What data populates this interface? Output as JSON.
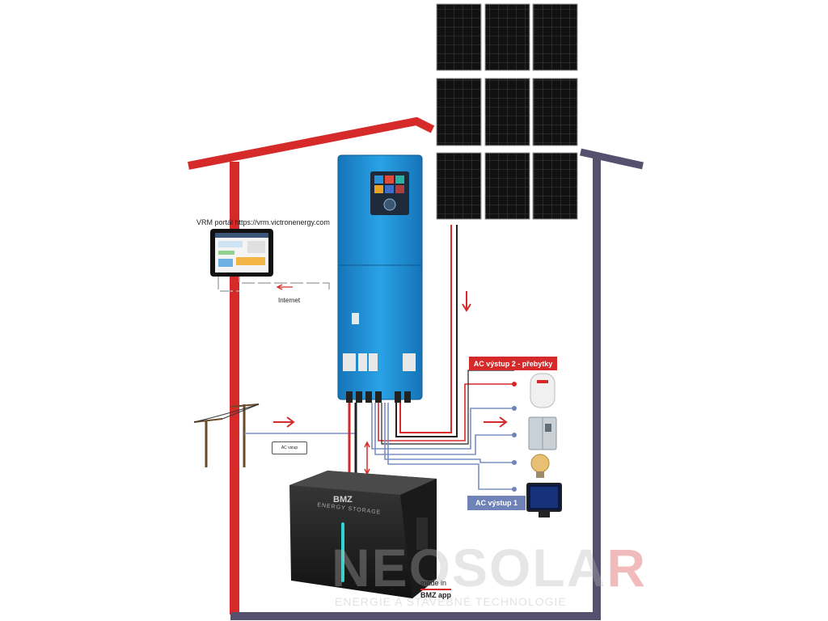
{
  "vrm_portal_label": "VRM portál https://vrm.victronenergy.com",
  "internet_label": "Internet",
  "ac_input_label": "AC vstup",
  "ac_output_2_label": "AC výstup 2 - přebytky",
  "ac_output_1_label": "AC výstup 1",
  "made_in_label": "made in",
  "bmz_app_label": "BMZ app",
  "battery_brand": "BMZ",
  "battery_subtitle": "ENERGY STORAGE",
  "watermark_main_a": "NEOSOLA",
  "watermark_main_b": "R",
  "watermark_sub": "ENERGIE A STAVEBNÉ TECHNOLOGIE",
  "colors": {
    "house_roof_left": "#d62a2a",
    "house_wall_right": "#55506e",
    "dc_positive": "#d62a2a",
    "dc_negative": "#222222",
    "ac_line": "#7a8fc4",
    "inverter_blue": "#1e8fd6",
    "badge_red": "#d62a2a",
    "badge_blue": "#6f83b8"
  },
  "icons": [
    "solar-panel-icon",
    "tablet-icon",
    "utility-pole-icon",
    "inverter-icon",
    "battery-icon",
    "water-heater-icon",
    "refrigerator-icon",
    "light-bulb-icon",
    "television-icon"
  ]
}
